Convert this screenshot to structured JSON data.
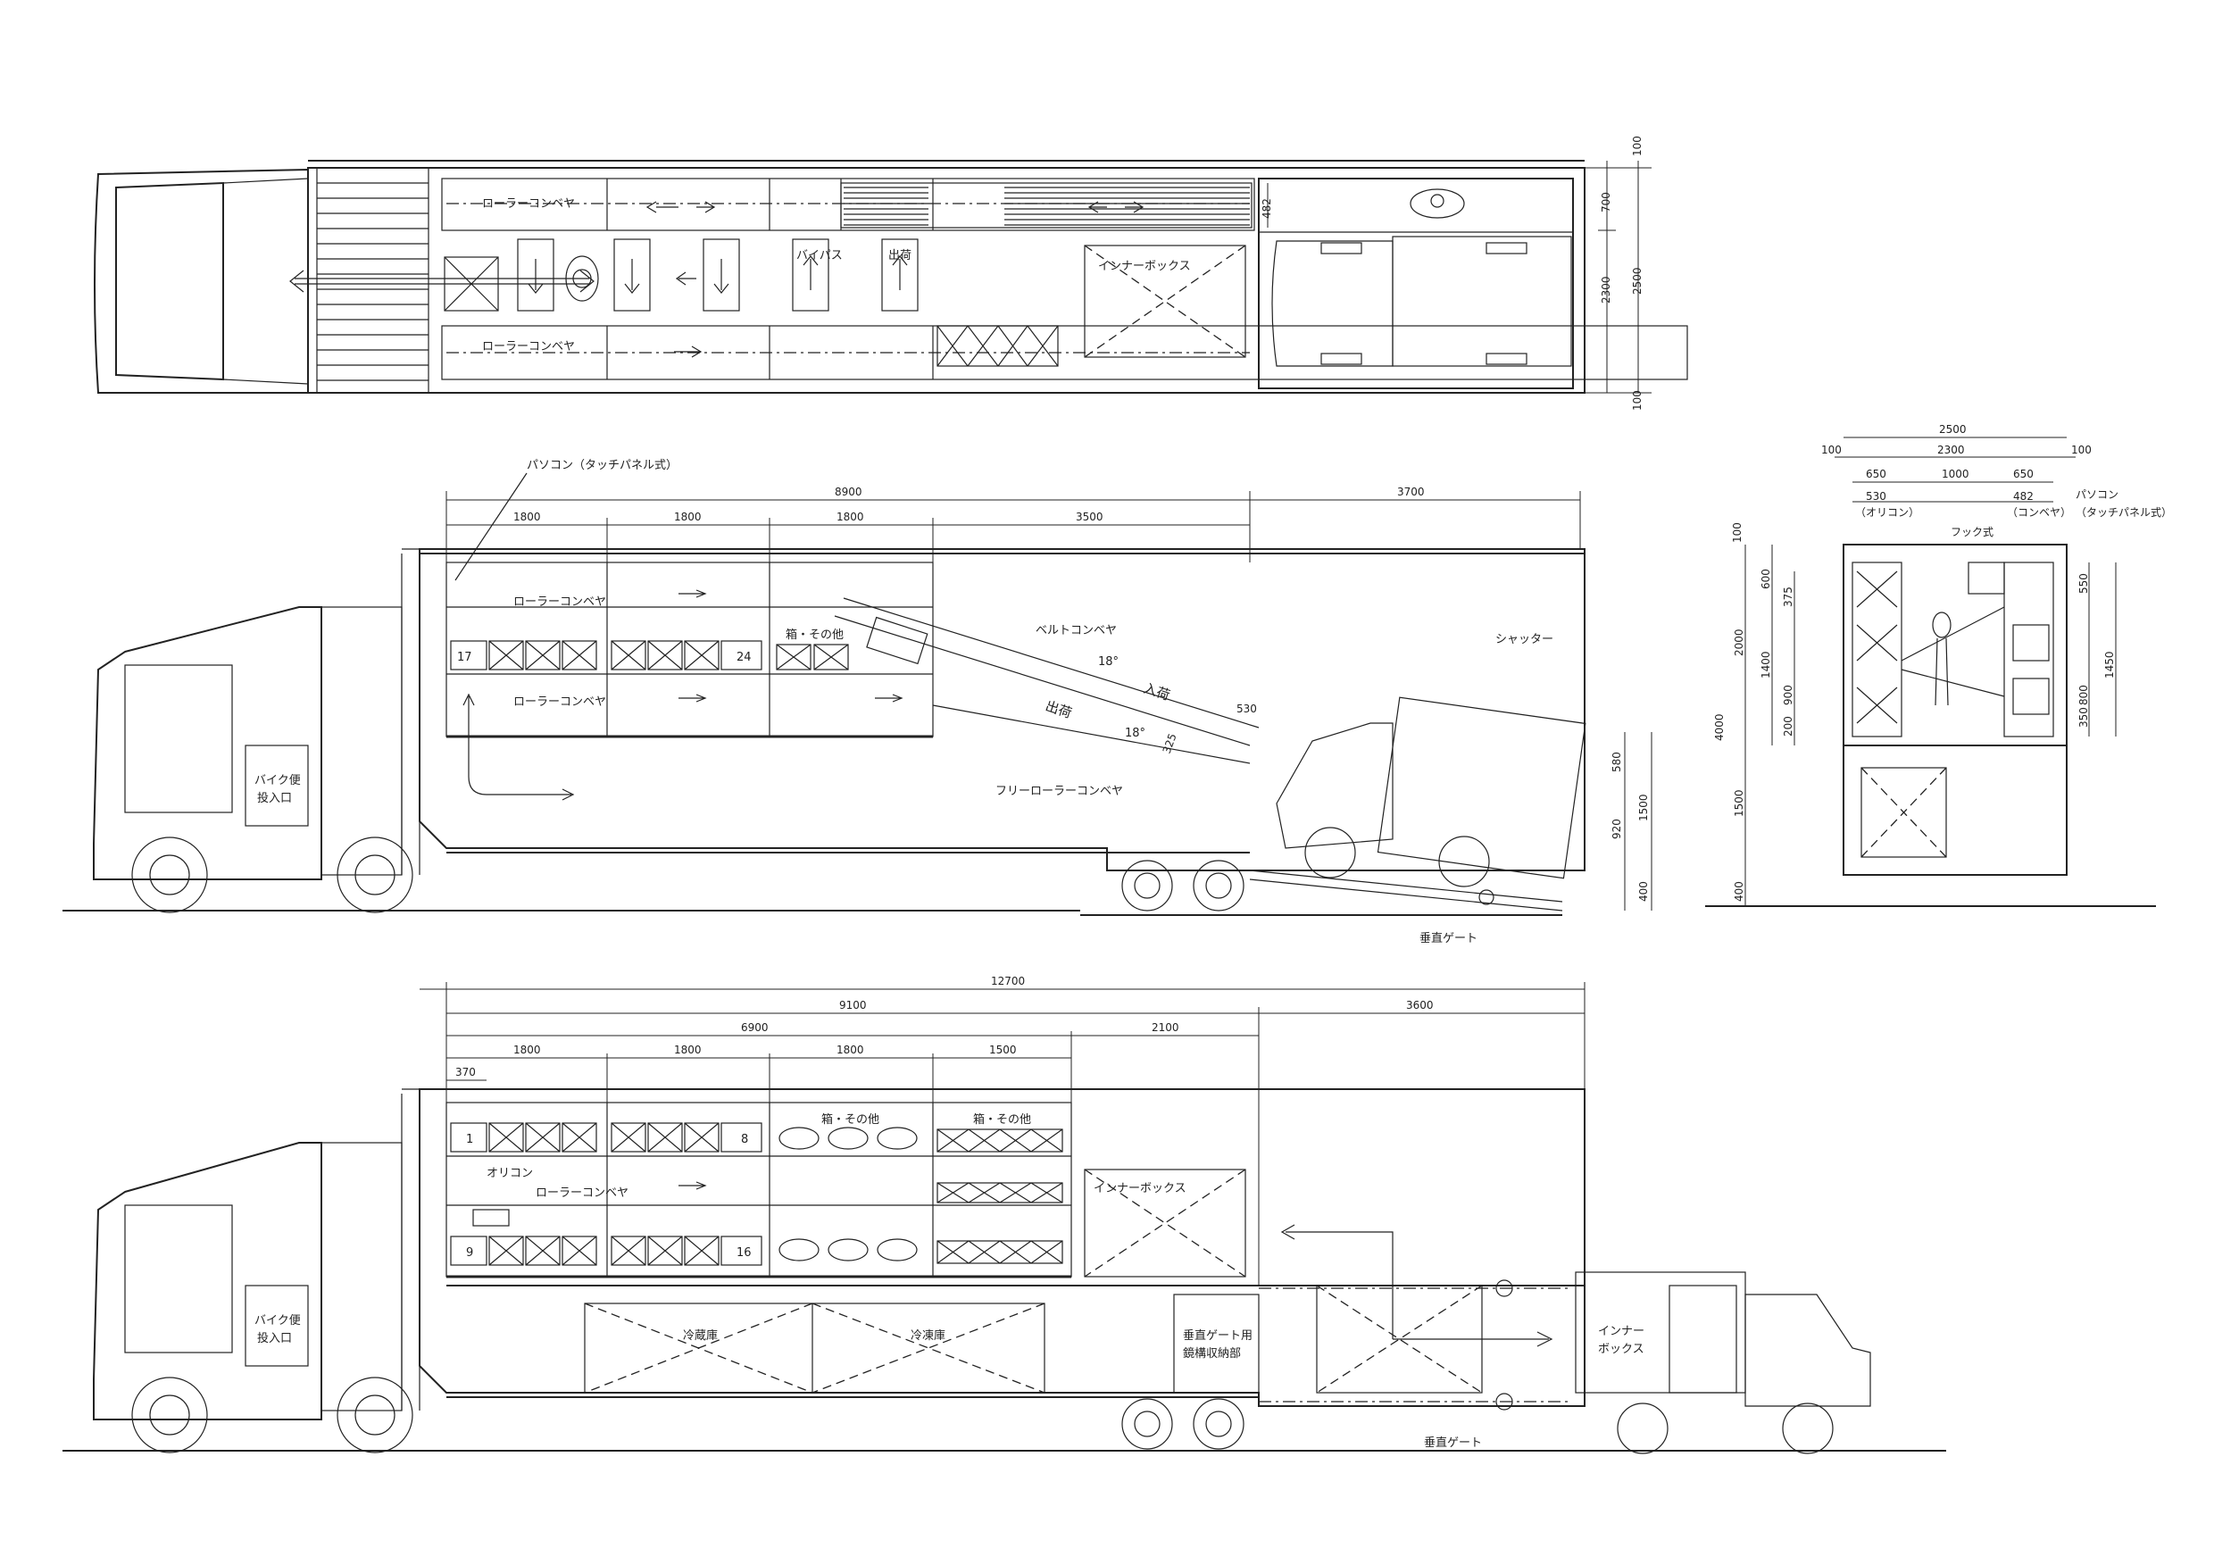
{
  "labels": {
    "roller_conveyor": "ローラーコンベヤ",
    "roller_conveyor_short": "ローラーコンベヤ",
    "inner_box": "インナーボックス",
    "inner_box_small": "インナー\nボックス",
    "bypass": "バイパス",
    "shipping": "出荷",
    "arrival": "入荷",
    "pc_touch": "パソコン（タッチパネル式）",
    "pc": "パソコン",
    "touch_panel": "（タッチパネル式）",
    "belt_conveyor": "ベルトコンベヤ",
    "free_roller_conveyor": "フリーローラーコンベヤ",
    "shutter": "シャッター",
    "vertical_gate": "垂直ゲート",
    "box_etc": "箱・その他",
    "bike_delivery": "バイク便",
    "slot": "投入口",
    "hook_type": "フック式",
    "orikon": "オリコン",
    "orikon_paren": "（オリコン）",
    "conveyor_paren": "（コンベヤ）",
    "refrigerator": "冷蔵庫",
    "freezer": "冷凍庫",
    "gate_storage_1": "垂直ゲート用",
    "gate_storage_2": "鏡構収納部",
    "angle": "18°"
  },
  "numbers": {
    "n1": "1",
    "n8": "8",
    "n9": "9",
    "n16": "16",
    "n17": "17",
    "n24": "24"
  },
  "dims_top": {
    "d100a": "100",
    "d700": "700",
    "d2300": "2300",
    "d2500": "2500",
    "d100b": "100",
    "d482": "482"
  },
  "dims_side1": {
    "total": "8900",
    "cab": "3700",
    "s1": "1800",
    "s2": "1800",
    "s3": "1800",
    "s4": "3500",
    "h580": "580",
    "h1500": "1500",
    "h920": "920",
    "h400": "400",
    "c530": "530",
    "c325": "325"
  },
  "dims_section": {
    "w2500": "2500",
    "w100a": "100",
    "w2300": "2300",
    "w100b": "100",
    "w650a": "650",
    "w1000": "1000",
    "w650b": "650",
    "w530": "530",
    "w482": "482",
    "h100": "100",
    "h600": "600",
    "h375": "375",
    "h2000": "2000",
    "h1400": "1400",
    "h900": "900",
    "h200": "200",
    "h4000": "4000",
    "h1500": "1500",
    "h400": "400",
    "r550": "550",
    "r1450": "1450",
    "r800": "800",
    "r350": "350"
  },
  "dims_side2": {
    "total": "12700",
    "main": "9100",
    "cab": "3600",
    "rack": "6900",
    "gap": "2100",
    "s1": "1800",
    "s2": "1800",
    "s3": "1800",
    "s4": "1500",
    "d370": "370"
  }
}
